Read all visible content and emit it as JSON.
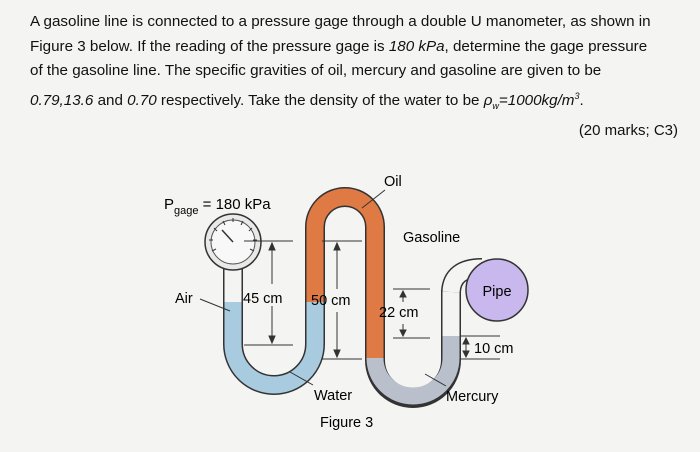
{
  "problem": {
    "line1": "A gasoline line is connected to a pressure gage through a double U manometer, as shown in",
    "line2_a": "Figure 3 below. If the reading of the pressure gage is ",
    "line2_b": "180 kPa",
    "line2_c": ", determine the gage pressure",
    "line3": "of the gasoline line. The specific gravities of oil, mercury and gasoline are given to be",
    "line4_a": "0.79,13.6",
    "line4_b": " and ",
    "line4_c": "0.70",
    "line4_d": " respectively. Take the density of the water to be ",
    "line4_rho": "ρ",
    "line4_sub": "w",
    "line4_e": "=1000kg/m",
    "line4_sup": "3",
    "line4_f": ".",
    "marks": "(20 marks; C3)"
  },
  "figure": {
    "p_label": "P",
    "p_sub": "gage",
    "p_value": " = 180 kPa",
    "oil": "Oil",
    "gasoline": "Gasoline",
    "air": "Air",
    "h45": "45 cm",
    "h50": "50 cm",
    "h22": "22 cm",
    "h10": "10 cm",
    "pipe": "Pipe",
    "water": "Water",
    "mercury": "Mercury",
    "caption": "Figure 3"
  },
  "colors": {
    "water": "#a9cbe0",
    "oil": "#e07a45",
    "mercury": "#b9c0cc",
    "pipe": "#c8b8ee",
    "tube_outline": "#333333"
  }
}
